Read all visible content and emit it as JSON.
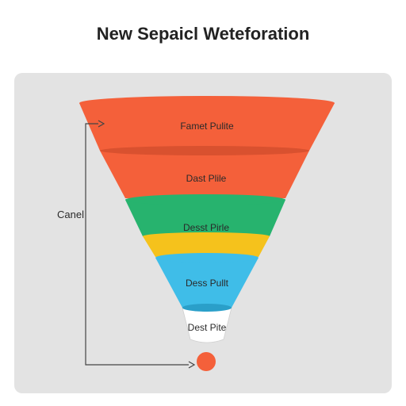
{
  "title": "New Sepaicl Weteforation",
  "side_label": "Canel",
  "stages": [
    {
      "label": "Famet Pulite",
      "color": "#f4603a"
    },
    {
      "label": "Dast Plile",
      "color": "#f4603a"
    },
    {
      "label": "Desst Pirle",
      "color": "#27b36e"
    },
    {
      "label": "",
      "color": "#f5c21c"
    },
    {
      "label": "Dess Pullt",
      "color": "#3fbde8"
    },
    {
      "label": "Dest Pite",
      "color": "#ffffff"
    }
  ],
  "outlet_color": "#f4603a",
  "connector_color": "#444444"
}
